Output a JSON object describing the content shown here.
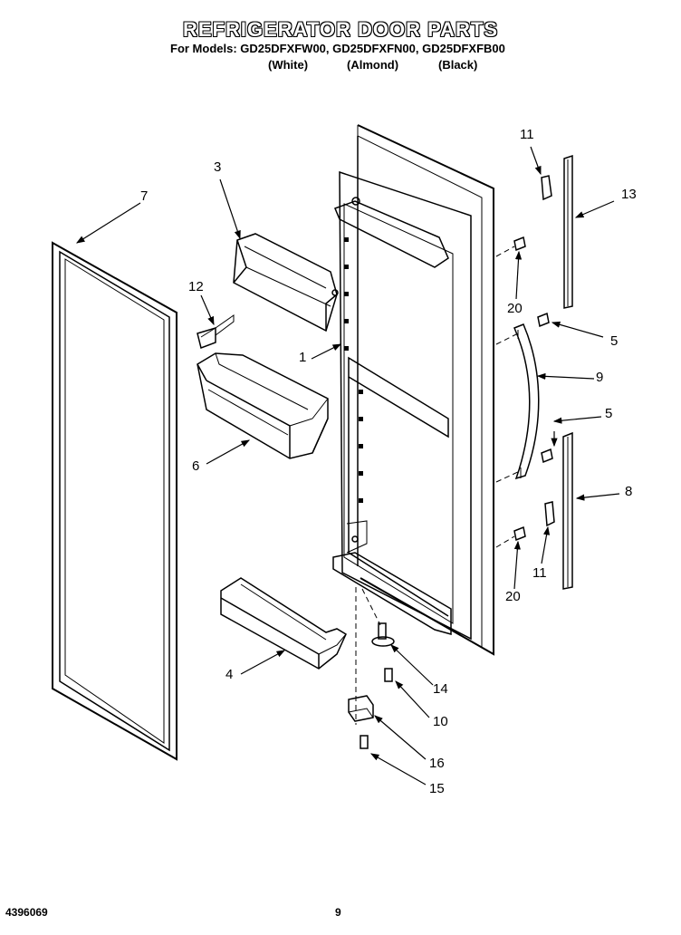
{
  "header": {
    "title": "REFRIGERATOR DOOR PARTS",
    "models_line": "For Models: GD25DFXFW00, GD25DFXFN00, GD25DFXFB00",
    "finishes": [
      "(White)",
      "(Almond)",
      "(Black)"
    ]
  },
  "callouts": [
    "1",
    "3",
    "4",
    "5",
    "5",
    "6",
    "7",
    "8",
    "9",
    "10",
    "11",
    "11",
    "12",
    "13",
    "14",
    "15",
    "16",
    "20",
    "20"
  ],
  "footer": {
    "doc_number": "4396069",
    "page_number": "9"
  }
}
